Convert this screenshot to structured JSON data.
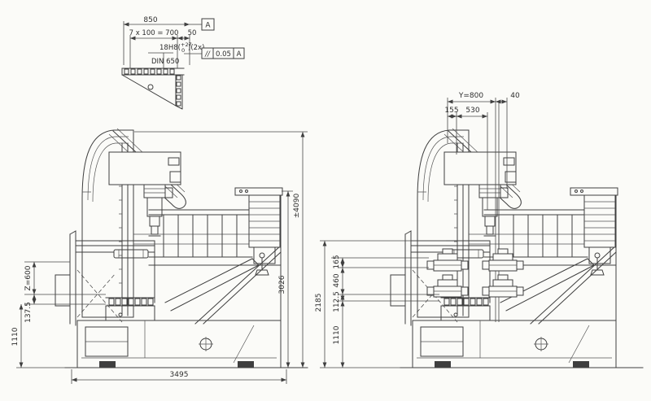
{
  "colors": {
    "paper": "#fbfbf8",
    "ink": "#3f3f3f"
  },
  "detail": {
    "dim_overall": "850",
    "datum_label": "A",
    "dim_slot_spacing": "7 x 100 = 700",
    "dim_50": "50",
    "slot_prefix": "18H8(",
    "slot_tol_upper": "+27",
    "slot_tol_lower": "0",
    "slot_suffix": ")(2x)",
    "slot_standard": "DIN 650",
    "fcf": {
      "symbol": "//",
      "tolerance": "0.05",
      "datum": "A"
    }
  },
  "left_view": {
    "dim_total_height": "±4090",
    "dim_height_3026": "3026",
    "dim_z_travel": "Z=600",
    "dim_137_5": "137.5",
    "dim_base_height": "1110",
    "dim_length": "3495"
  },
  "right_view": {
    "dim_y_travel": "Y=800",
    "dim_40": "40",
    "dim_155": "155",
    "dim_530": "530",
    "dim_165": "165",
    "dim_460": "460",
    "dim_112_5": "112.5",
    "dim_base_height": "1110",
    "dim_height_2185": "2185"
  }
}
